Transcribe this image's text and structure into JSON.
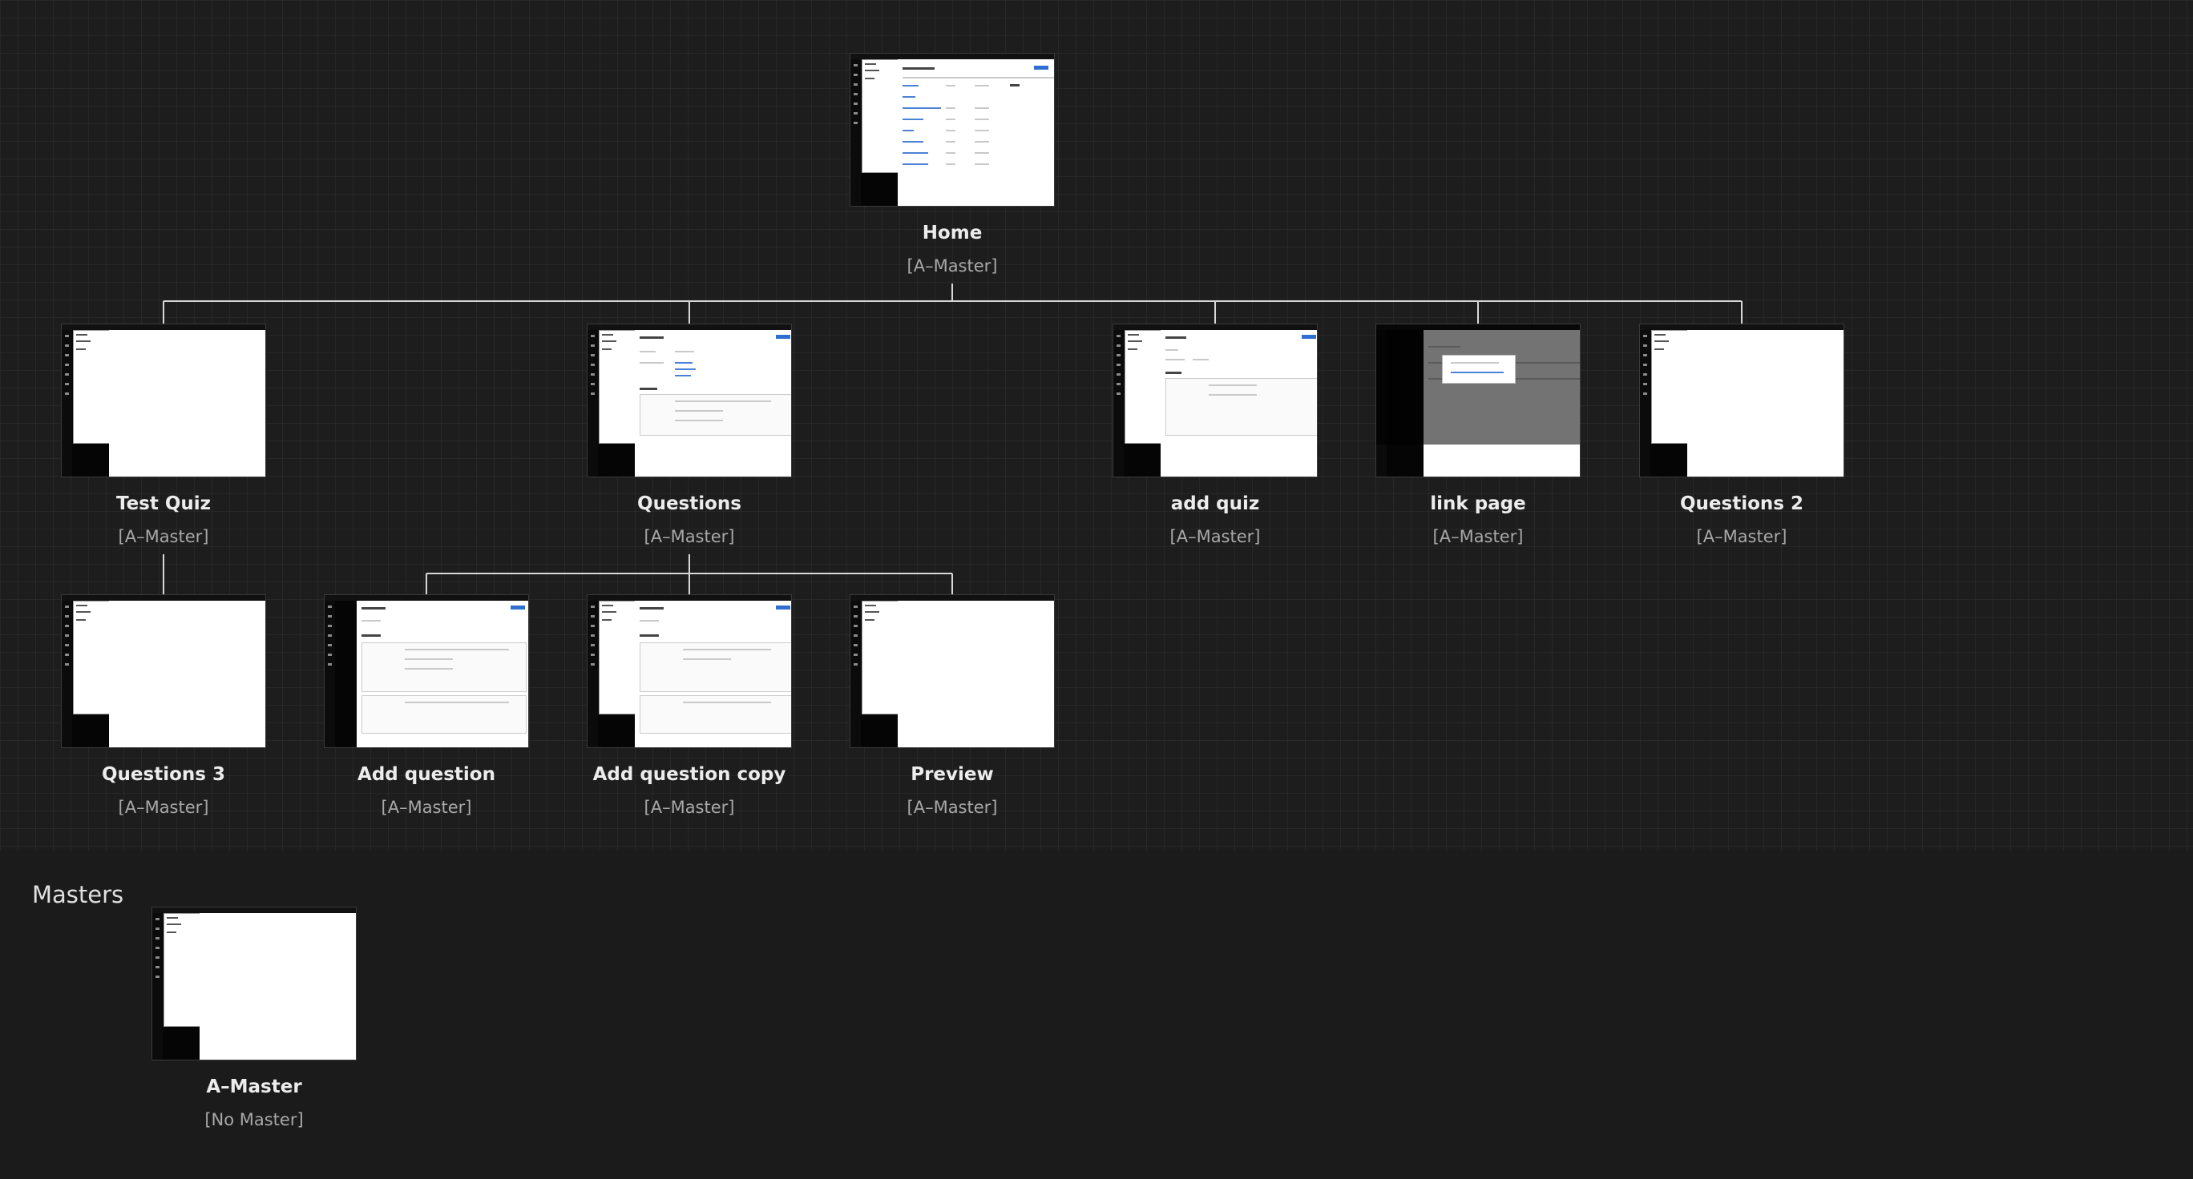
{
  "pages": [
    {
      "id": "home",
      "title": "Home",
      "master": "[A–Master]",
      "thumb": "list"
    },
    {
      "id": "test-quiz",
      "title": "Test Quiz",
      "master": "[A–Master]",
      "thumb": "blank"
    },
    {
      "id": "questions",
      "title": "Questions",
      "master": "[A–Master]",
      "thumb": "form"
    },
    {
      "id": "add-quiz",
      "title": "add quiz",
      "master": "[A–Master]",
      "thumb": "form2"
    },
    {
      "id": "link-page",
      "title": "link page",
      "master": "[A–Master]",
      "thumb": "modal"
    },
    {
      "id": "questions-2",
      "title": "Questions 2",
      "master": "[A–Master]",
      "thumb": "blank"
    },
    {
      "id": "questions-3",
      "title": "Questions 3",
      "master": "[A–Master]",
      "thumb": "blank"
    },
    {
      "id": "add-question",
      "title": "Add question",
      "master": "[A–Master]",
      "thumb": "form"
    },
    {
      "id": "add-question-copy",
      "title": "Add question copy",
      "master": "[A–Master]",
      "thumb": "form"
    },
    {
      "id": "preview",
      "title": "Preview",
      "master": "[A–Master]",
      "thumb": "blank"
    }
  ],
  "masters_section": {
    "title": "Masters",
    "items": [
      {
        "id": "a-master",
        "title": "A–Master",
        "master": "[No Master]",
        "thumb": "blank"
      }
    ]
  }
}
